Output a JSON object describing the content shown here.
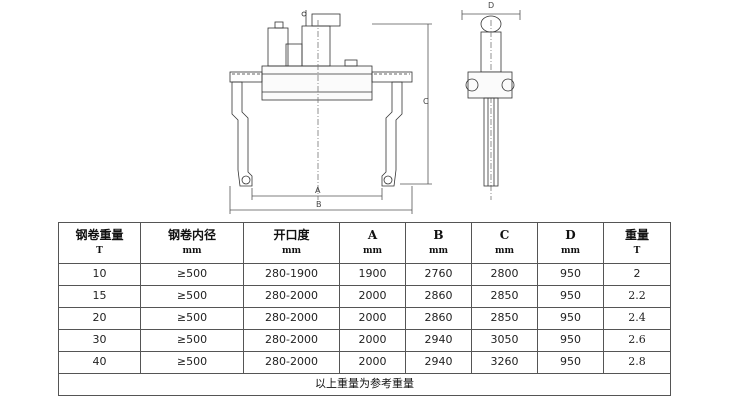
{
  "drawing": {
    "dimension_labels": {
      "a": "A",
      "b": "B",
      "c": "C",
      "d": "D"
    }
  },
  "table": {
    "headers": [
      {
        "main": "钢卷重量",
        "unit": "T"
      },
      {
        "main": "钢卷内径",
        "unit": "mm"
      },
      {
        "main": "开口度",
        "unit": "mm"
      },
      {
        "main": "A",
        "unit": "mm"
      },
      {
        "main": "B",
        "unit": "mm"
      },
      {
        "main": "C",
        "unit": "mm"
      },
      {
        "main": "D",
        "unit": "mm"
      },
      {
        "main": "重量",
        "unit": "T"
      }
    ],
    "rows": [
      [
        "10",
        "≥500",
        "280-1900",
        "1900",
        "2760",
        "2800",
        "950",
        "2"
      ],
      [
        "15",
        "≥500",
        "280-2000",
        "2000",
        "2860",
        "2850",
        "950",
        "2.2"
      ],
      [
        "20",
        "≥500",
        "280-2000",
        "2000",
        "2860",
        "2850",
        "950",
        "2.4"
      ],
      [
        "30",
        "≥500",
        "280-2000",
        "2000",
        "2940",
        "3050",
        "950",
        "2.6"
      ],
      [
        "40",
        "≥500",
        "280-2000",
        "2000",
        "2940",
        "3260",
        "950",
        "2.8"
      ]
    ],
    "note": "以上重量为参考重量"
  }
}
